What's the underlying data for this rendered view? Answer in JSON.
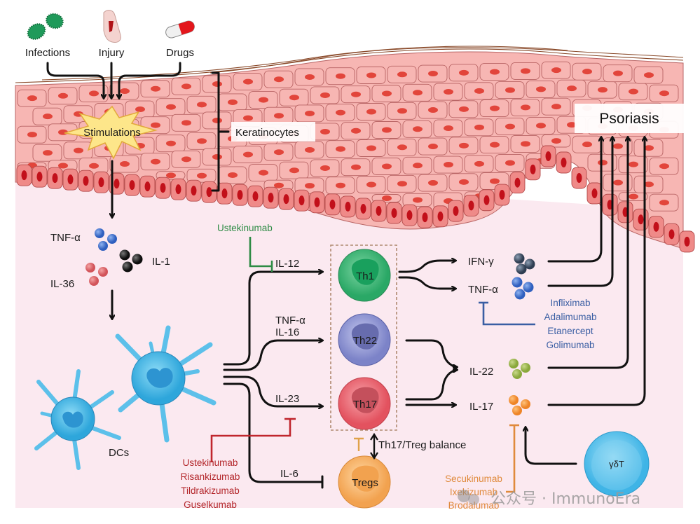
{
  "title": "Psoriasis pathogenesis and targeted biologics",
  "triggers": [
    {
      "label": "Infections",
      "icon": "bacteria-icon"
    },
    {
      "label": "Injury",
      "icon": "bleeding-finger-icon"
    },
    {
      "label": "Drugs",
      "icon": "pill-capsule-icon"
    }
  ],
  "stimulations_label": "Stimulations",
  "keratinocytes_label": "Keratinocytes",
  "psoriasis_label": "Psoriasis",
  "initial_cytokines": {
    "tnf": "TNF-α",
    "il1": "IL-1",
    "il36": "IL-36"
  },
  "dcs_label": "DCs",
  "dc_signals": {
    "il12": "IL-12",
    "tnf": "TNF-α",
    "il16": "IL-16",
    "il23": "IL-23",
    "il6": "IL-6"
  },
  "t_cells": {
    "th1": "Th1",
    "th22": "Th22",
    "th17": "Th17",
    "tregs": "Tregs",
    "gdt": "γδT"
  },
  "balance_label": "Th17/Treg balance",
  "effector_cytokines": {
    "ifng": "IFN-γ",
    "tnf": "TNF-α",
    "il22": "IL-22",
    "il17": "IL-17"
  },
  "drugs": {
    "il12_inhibitor": [
      "Ustekinumab"
    ],
    "il23_inhibitors": [
      "Ustekinumab",
      "Risankizumab",
      "Tildrakizumab",
      "Guselkumab"
    ],
    "tnf_inhibitors": [
      "Infliximab",
      "Adalimumab",
      "Etanercept",
      "Golimumab"
    ],
    "il17_inhibitors": [
      "Secukinumab",
      "Ixekizumab",
      "Brodalumab"
    ]
  },
  "watermark": "公众号 · ImmunoEra",
  "colors": {
    "dermis": "#fbe9f0",
    "keratinocyte": "#f7b6b3",
    "basal": "#ef8a88",
    "il12_drug": "#2e8b45",
    "il23_drug": "#b3262a",
    "tnf_drug": "#3a5ea3",
    "il17_drug": "#e08a3c",
    "th1": "#3cb878",
    "th22": "#8d93cf",
    "th17": "#ea6b74",
    "tregs": "#f5b062",
    "gdt": "#5ec4ec",
    "dc": "#3ab0e0"
  }
}
